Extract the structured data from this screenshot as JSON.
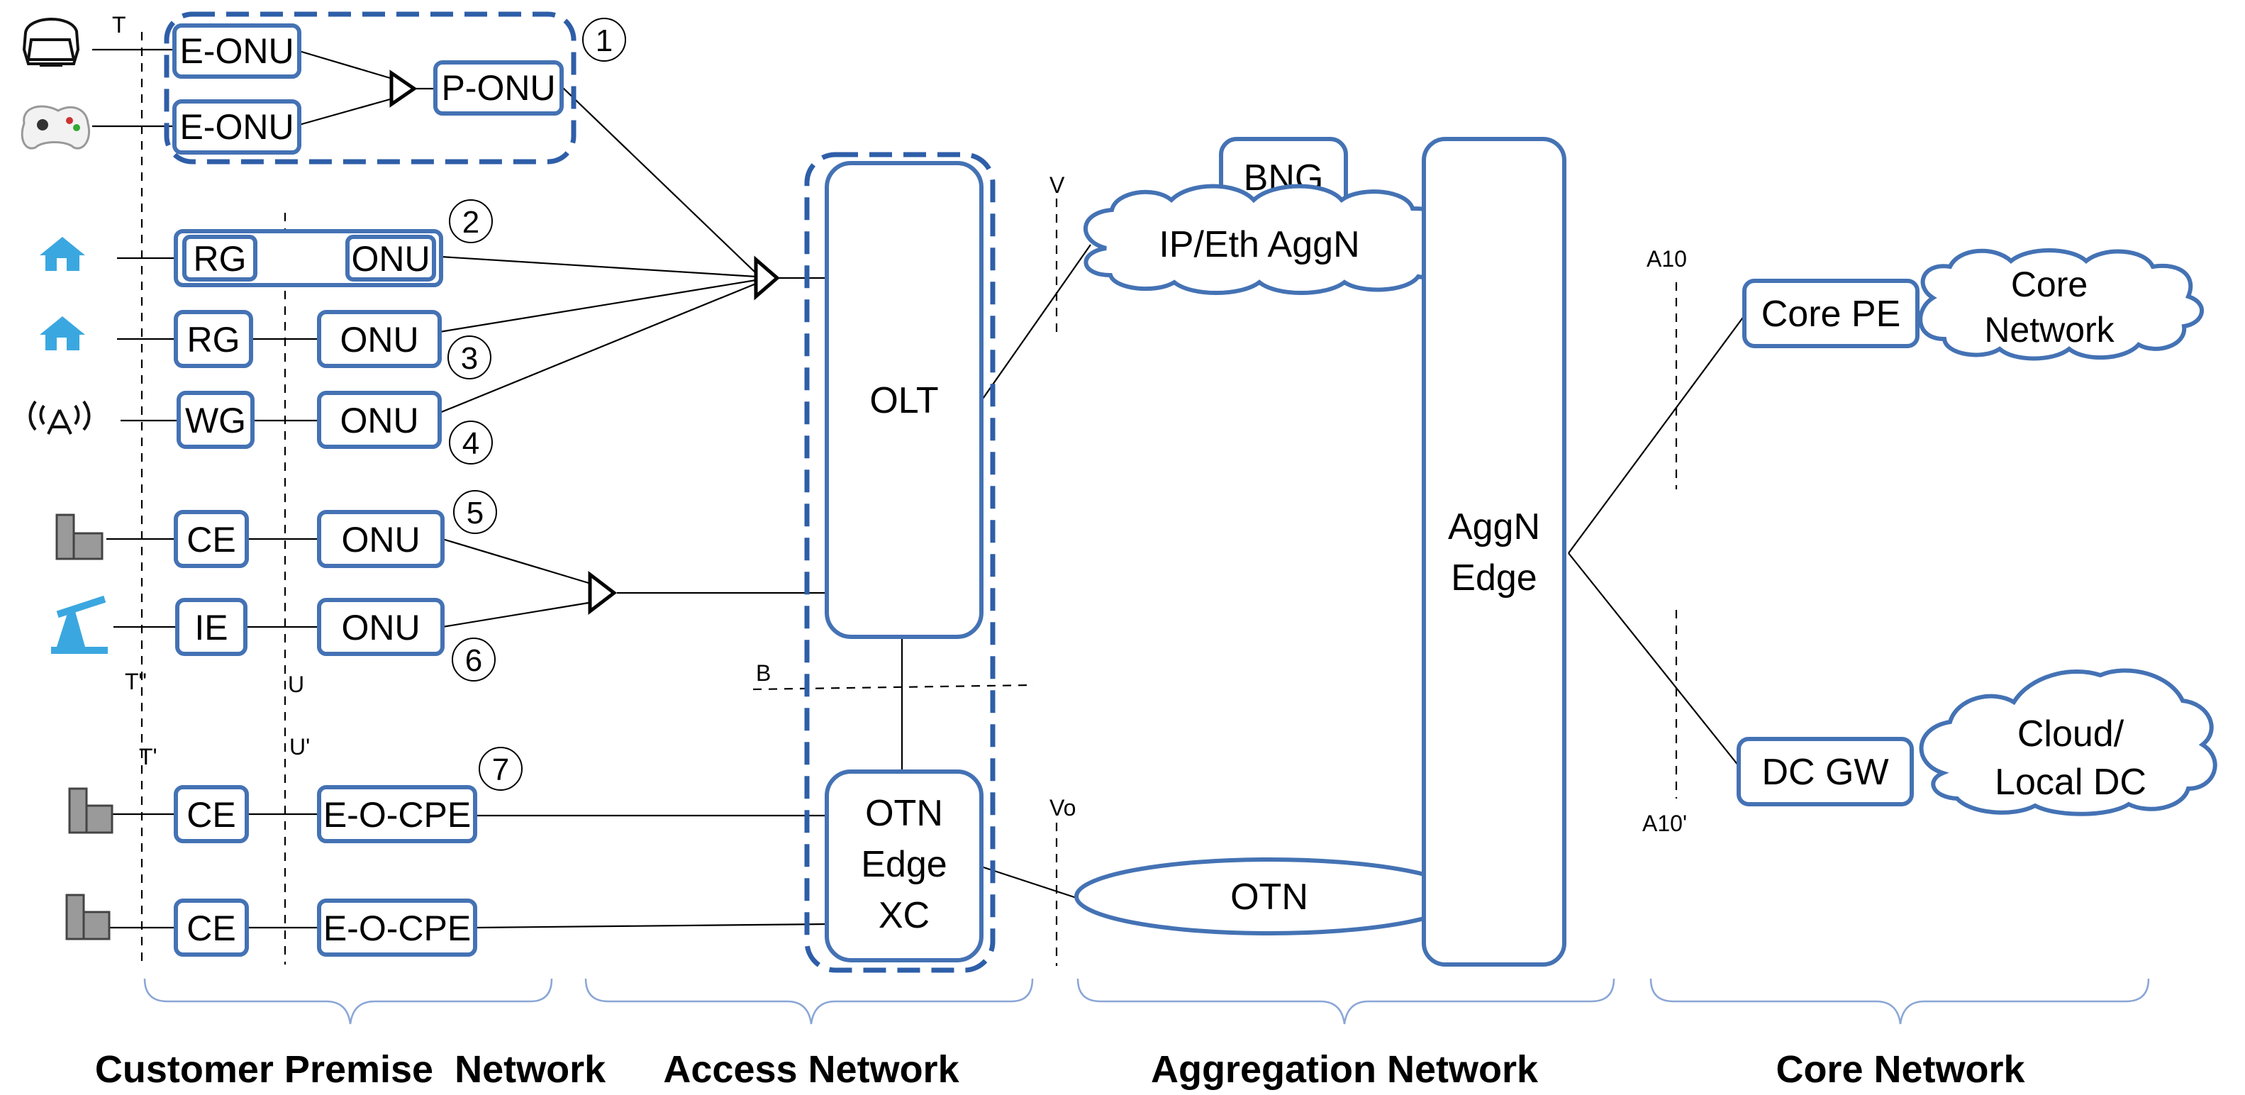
{
  "premise_elements": {
    "e_onu_1": "E-ONU",
    "e_onu_2": "E-ONU",
    "p_onu": "P-ONU",
    "rg_1": "RG",
    "onu_2": "ONU",
    "rg_2": "RG",
    "onu_3": "ONU",
    "wg": "WG",
    "onu_4": "ONU",
    "ce_1": "CE",
    "onu_5": "ONU",
    "ie": "IE",
    "onu_6": "ONU",
    "ce_2": "CE",
    "e_o_cpe_1": "E-O-CPE",
    "ce_3": "CE",
    "e_o_cpe_2": "E-O-CPE"
  },
  "scenario_numbers": [
    "1",
    "2",
    "3",
    "4",
    "5",
    "6",
    "7"
  ],
  "reference_points": {
    "t": "T",
    "t_double": "T\"",
    "t_prime": "T'",
    "u": "U",
    "u_prime": "U'",
    "b": "B",
    "v": "V",
    "vo": "Vo",
    "a10": "A10",
    "a10_prime": "A10'"
  },
  "access": {
    "olt": "OLT",
    "otn_edge_xc": [
      "OTN",
      "Edge",
      "XC"
    ]
  },
  "aggregation": {
    "bng": "BNG",
    "ip_eth_aggn": "IP/Eth AggN",
    "otn": "OTN",
    "aggn_edge": [
      "AggN",
      "Edge"
    ]
  },
  "core": {
    "core_pe": "Core PE",
    "core_network": [
      "Core",
      "Network"
    ],
    "dc_gw": "DC GW",
    "cloud_local_dc": [
      "Cloud/",
      "Local DC"
    ]
  },
  "sections": {
    "customer_premise": "Customer Premise  Network",
    "access": "Access Network",
    "aggregation": "Aggregation Network",
    "core": "Core Network"
  },
  "icons": [
    "vr-headset-icon",
    "game-controller-icon",
    "house-icon",
    "house-icon",
    "wireless-tower-icon",
    "building-icon",
    "oil-pump-icon",
    "building-icon",
    "building-icon"
  ],
  "colors": {
    "box_stroke": "#4472b4",
    "dashed_group": "#2e5ea8",
    "brace": "#8aa6d6",
    "icon_blue": "#3ba7e0"
  }
}
